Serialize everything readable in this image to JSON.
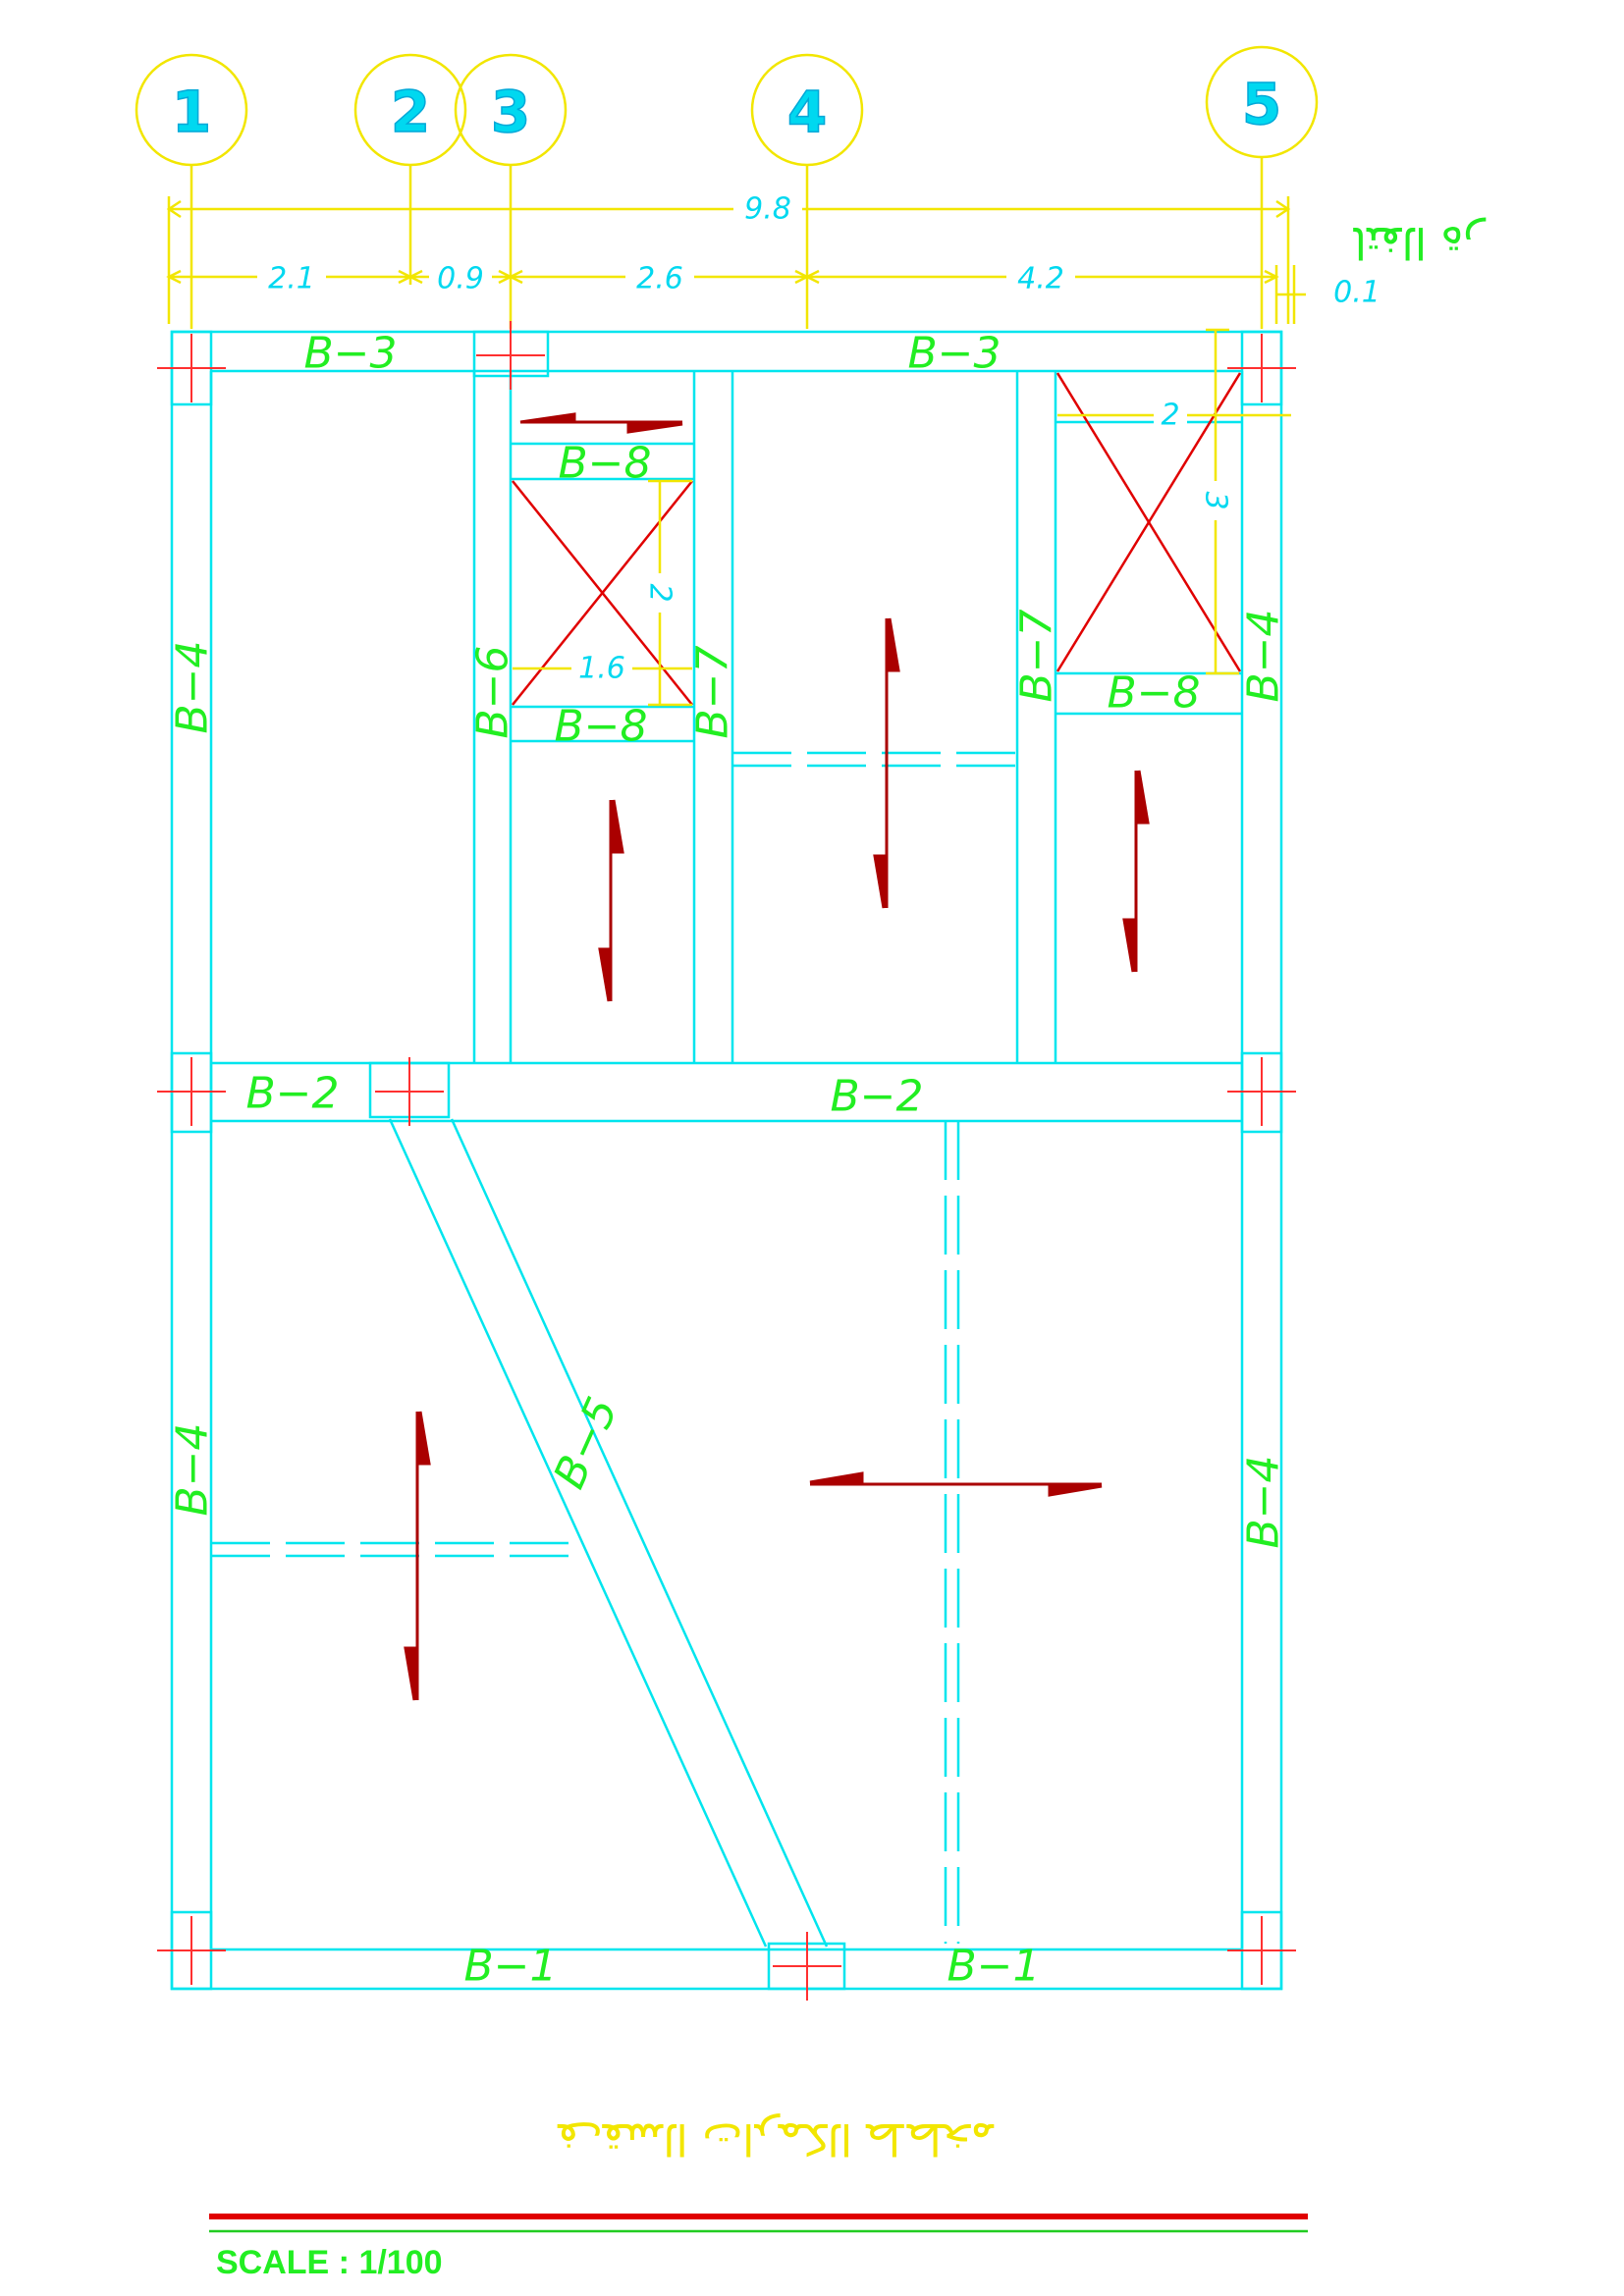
{
  "colors": {
    "beam": "#00e5ee",
    "grid": "#f2e600",
    "dimension": "#f2e600",
    "dimension_text": "#00d8f0",
    "label": "#22ee22",
    "arrow": "#aa0000",
    "opening": "#e00000",
    "column_cross": "#ff3030",
    "title_line": "#e00000",
    "scale_line": "#22cc22"
  },
  "grid_axes": [
    "1",
    "2",
    "3",
    "4",
    "5"
  ],
  "dimensions": {
    "overall": "9.8",
    "spans": [
      "2.1",
      "0.9",
      "2.6",
      "4.2"
    ],
    "offset": "0.1",
    "side_note": "ﺎﺘﻔﻟﺍ ﺓﺭ",
    "opening_left_width": "1.6",
    "opening_left_height": "2",
    "opening_right_width": "2",
    "opening_right_height": "3"
  },
  "beams": {
    "b1": "B−1",
    "b2": "B−2",
    "b3": "B−3",
    "b4": "B−4",
    "b5": "B−5",
    "b6": "B−6",
    "b7": "B−7",
    "b8": "B−8"
  },
  "title": "ﻒﻘﺴﻟﺍ ﺕﺍﺮﻤﻜﻟﺍ ﻂﻄﺨﻣ",
  "scale": "SCALE : 1/100"
}
